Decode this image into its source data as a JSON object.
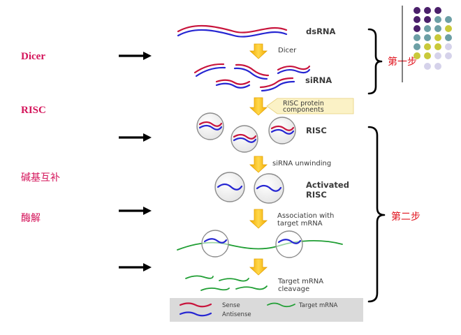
{
  "slide": {
    "left_labels": {
      "dicer": "Dicer",
      "risc": "RISC",
      "base_pairing": "碱基互补",
      "enzymolysis": "酶解"
    },
    "steps": {
      "step1": "第一步",
      "step2": "第二步"
    }
  },
  "diagram": {
    "dsrna": "dsRNA",
    "dicer": "Dicer",
    "sirna": "siRNA",
    "risc_protein_callout": [
      "RISC protein",
      "components"
    ],
    "risc": "RISC",
    "unwinding": "siRNA unwinding",
    "activated_risc": [
      "Activated",
      "RISC"
    ],
    "association": [
      "Association with",
      "target mRNA"
    ],
    "cleavage": [
      "Target mRNA",
      "cleavage"
    ]
  },
  "legend": {
    "sense": "Sense",
    "antisense": "Antisense",
    "target_mrna": "Target mRNA"
  },
  "colors": {
    "sense": "#c8143c",
    "antisense": "#2626d2",
    "target_mrna": "#1f9e33",
    "process_arrow": "#f7c21a",
    "label_red": "#d4145a",
    "step_red": "#e0141e"
  }
}
